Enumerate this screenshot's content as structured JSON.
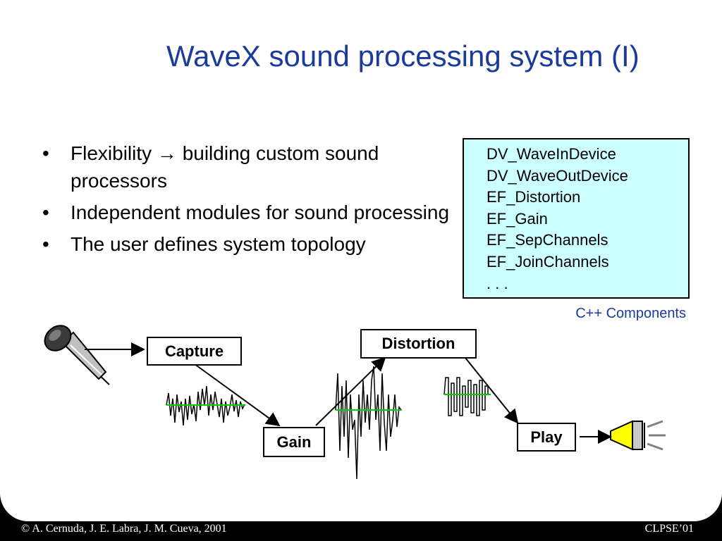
{
  "slide": {
    "title": "WaveX sound processing system (I)",
    "bullets": [
      {
        "bullet": "•",
        "text": "Flexibility → building custom sound processors"
      },
      {
        "bullet": "•",
        "text": "Independent modules for sound processing"
      },
      {
        "bullet": "•",
        "text": "The user defines system topology"
      }
    ],
    "components": {
      "items": [
        "DV_WaveInDevice",
        "DV_WaveOutDevice",
        "EF_Distortion",
        "EF_Gain",
        "EF_SepChannels",
        "EF_JoinChannels",
        ". . ."
      ],
      "caption": "C++ Components",
      "box_color": "#ccffff"
    },
    "diagram": {
      "nodes": {
        "capture": "Capture",
        "distortion": "Distortion",
        "gain": "Gain",
        "play": "Play"
      },
      "icons": [
        "microphone-icon",
        "speaker-icon"
      ],
      "waveform_axis_color": "#00cc00"
    }
  },
  "footer": {
    "left": "© A. Cernuda, J. E. Labra, J. M. Cueva, 2001",
    "right": "CLPSE’01"
  },
  "colors": {
    "title": "#1a3a9c",
    "background": "#000000",
    "slide": "#ffffff"
  }
}
